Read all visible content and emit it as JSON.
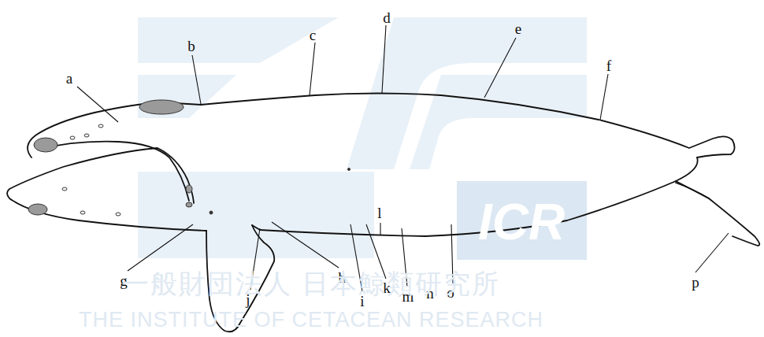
{
  "diagram": {
    "labels": [
      "a",
      "b",
      "c",
      "d",
      "e",
      "f",
      "g",
      "h",
      "i",
      "j",
      "k",
      "l",
      "m",
      "n",
      "o",
      "p",
      "ICR",
      "一般財団法人 日本鯨類研究所",
      "THE INSTITUTE OF CETACEAN RESEARCH"
    ]
  }
}
